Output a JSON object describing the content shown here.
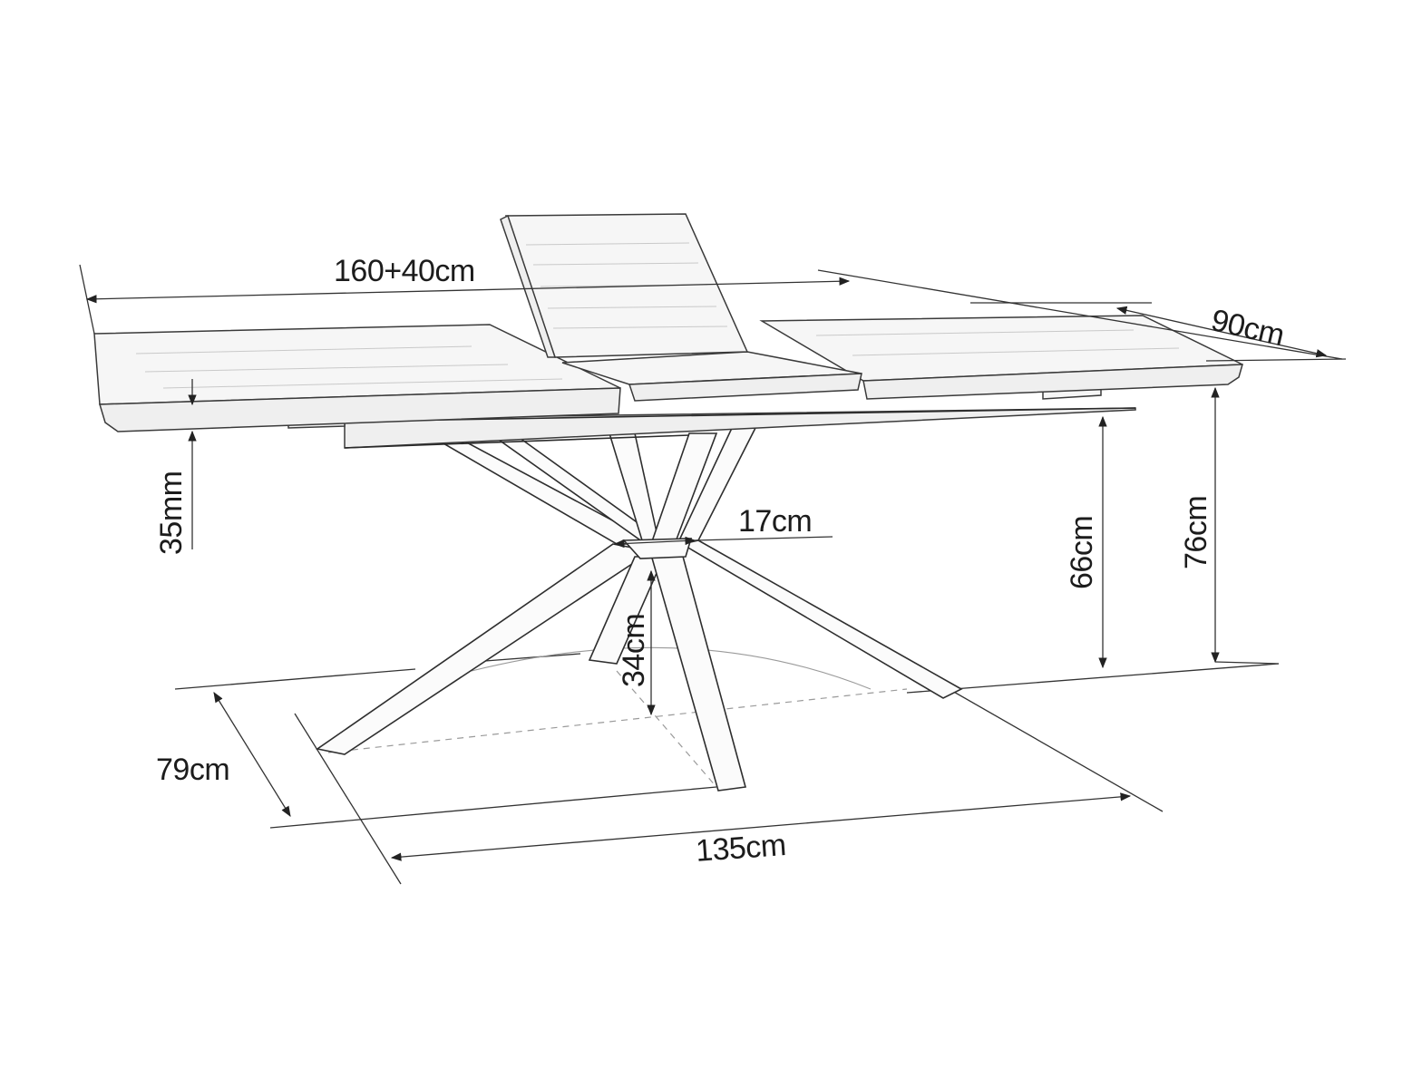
{
  "diagram": {
    "subject": "Extendable dining table with crossed star-shaped metal legs",
    "line_color": "#2a2a2a",
    "background": "#ffffff",
    "dimensions": {
      "length": "160+40cm",
      "depth": "90cm",
      "top_thickness": "35mm",
      "leg_hub_width": "17cm",
      "under_apron_height": "66cm",
      "total_height": "76cm",
      "hub_height": "34cm",
      "base_depth": "79cm",
      "base_length": "135cm"
    }
  }
}
